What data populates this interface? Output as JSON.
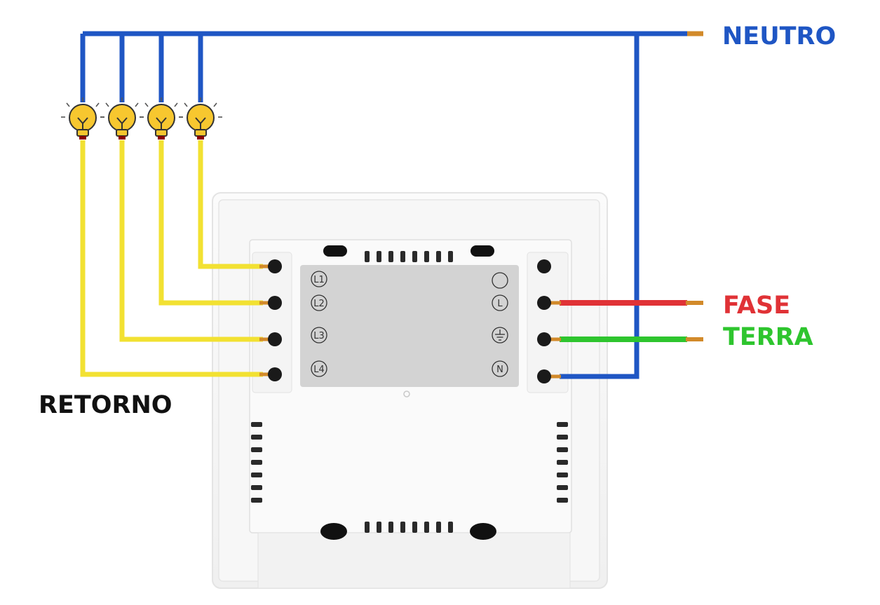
{
  "labels": {
    "neutral": "NEUTRO",
    "phase": "FASE",
    "ground": "TERRA",
    "return": "RETORNO"
  },
  "terminals": {
    "left": [
      "L1",
      "L2",
      "L3",
      "L4"
    ],
    "right_l": "L",
    "right_n": "N"
  },
  "colors": {
    "neutral": "#1f56c4",
    "phase": "#e03236",
    "ground": "#2ec52e",
    "return": "#f2e132",
    "wire_tip": "#d28a2a",
    "bulb": "#f7c72f"
  }
}
